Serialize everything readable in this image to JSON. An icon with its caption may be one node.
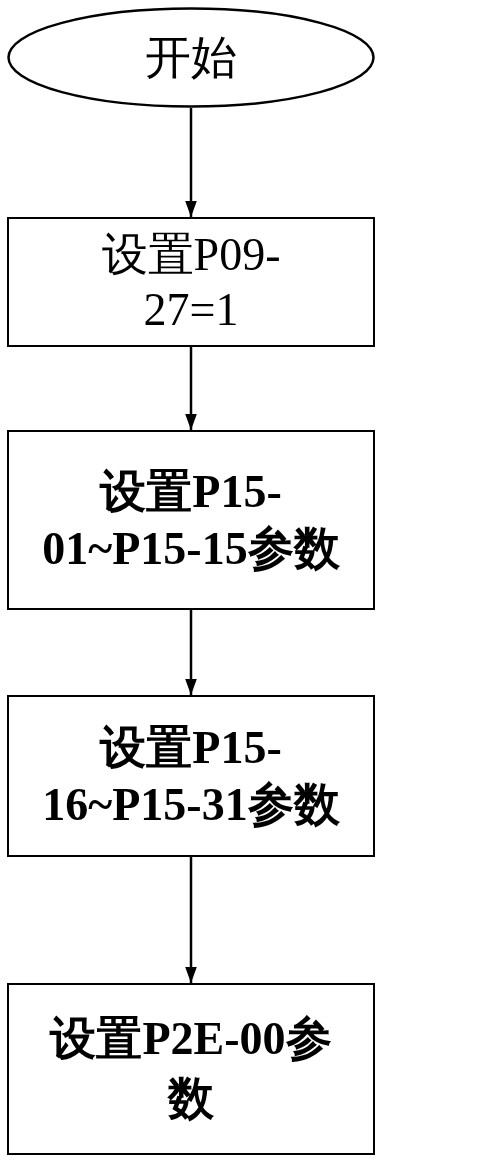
{
  "diagram": {
    "nodes": [
      {
        "text": [
          "开始"
        ]
      },
      {
        "text": [
          "设置P09-27=1"
        ]
      },
      {
        "text": [
          "设置P15-01~P15-15参数"
        ]
      },
      {
        "text": [
          "设置P15-16~P15-31参数"
        ]
      },
      {
        "text": [
          "设置P2E-00参数"
        ]
      }
    ],
    "edges": [
      {
        "from": 0,
        "to": 1,
        "arrow": "to"
      },
      {
        "from": 1,
        "to": 2,
        "arrow": "to"
      },
      {
        "from": 2,
        "to": 3,
        "arrow": "to"
      },
      {
        "from": 3,
        "to": 4,
        "arrow": "to"
      }
    ]
  }
}
